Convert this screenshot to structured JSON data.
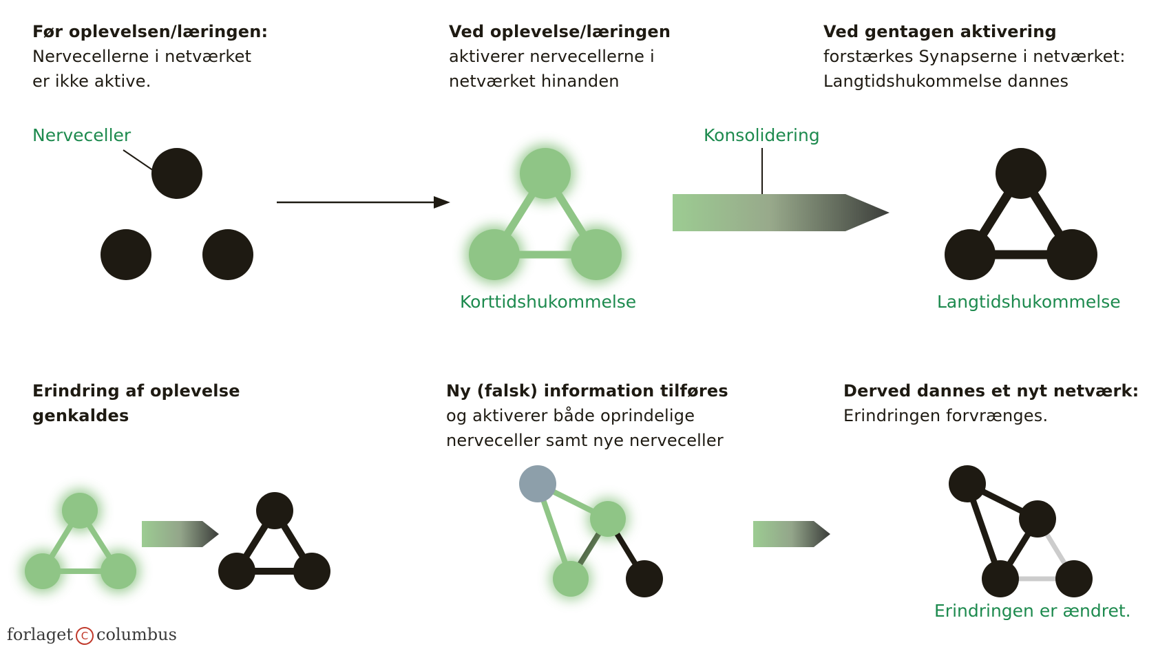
{
  "panels": {
    "p1": {
      "line1": "Før oplevelsen/læringen:",
      "line2": "Nervecellerne i netværket",
      "line3": "er ikke aktive."
    },
    "p2": {
      "line1": "Ved oplevelse/læringen",
      "line2": "aktiverer nervecellerne i",
      "line3": "netværket hinanden"
    },
    "p3": {
      "line1": "Ved gentagen aktivering",
      "line2": "forstærkes Synapserne i netværket:",
      "line3": "Langtidshukommelse dannes"
    },
    "p4": {
      "line1": "Erindring af oplevelse",
      "line2": "genkaldes"
    },
    "p5": {
      "line1": "Ny (falsk) information tilføres",
      "line2": "og aktiverer både oprindelige",
      "line3": "nerveceller samt nye nerveceller"
    },
    "p6": {
      "line1": "Derved dannes et nyt netværk:",
      "line2": "Erindringen forvrænges."
    }
  },
  "labels": {
    "nerveceller": "Nerveceller",
    "konsolidering": "Konsolidering",
    "korttid": "Korttidshukommelse",
    "langtid": "Langtidshukommelse",
    "aendret": "Erindringen er ændret."
  },
  "brand": {
    "left": "forlaget",
    "mark": "C",
    "right": "columbus"
  },
  "colors": {
    "dark": "#1e1a12",
    "active_green": "#8fc586",
    "label_green": "#1d8a4e",
    "new_cell": "#8d9faa",
    "weak_link": "#cccccc"
  }
}
